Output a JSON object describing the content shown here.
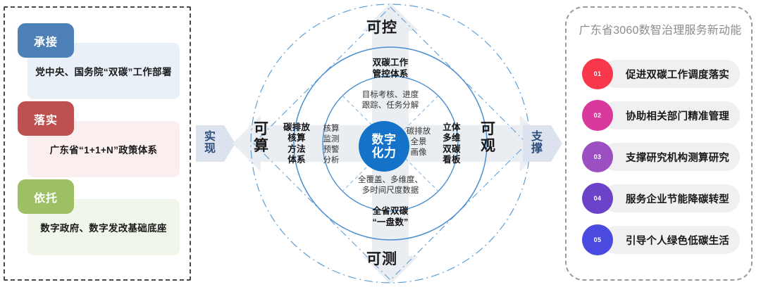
{
  "left_panel": {
    "blocks": [
      {
        "tag": "承接",
        "text": "党中央、国务院“双碳”工作部署",
        "tag_color": "#4e80b8",
        "body_color": "#eaf0f8"
      },
      {
        "tag": "落实",
        "text": "广东省“1+1+N”政策体系",
        "tag_color": "#bf5050",
        "body_color": "#fbeeee"
      },
      {
        "tag": "依托",
        "text": "数字政府、数字发改基础底座",
        "tag_color": "#9dc064",
        "body_color": "#f1f6ea"
      }
    ]
  },
  "connectors": {
    "left": {
      "char1": "实",
      "char2": "现",
      "color": "#dce3ee",
      "text_color": "#2f4f7f"
    },
    "right": {
      "char1": "支",
      "char2": "撑",
      "color": "#dce3ee",
      "text_color": "#2f4f7f"
    }
  },
  "center": {
    "core": {
      "line1": "数字",
      "line2": "化力",
      "color": "#1473c8"
    },
    "arrows": {
      "top": "可控",
      "bottom": "可测",
      "left_line1": "可",
      "left_line2": "算",
      "right_line1": "可",
      "right_line2": "观"
    },
    "ring_labels": {
      "top": "双碳工作\n管控体系",
      "bottom": "全省双碳\n“一盘数”",
      "left": "碳排放\n核算\n方法\n体系",
      "right": "立体\n多维\n双碳\n看板"
    },
    "inner_labels": {
      "top": "目标考核、进度\n跟踪、任务分解",
      "bottom": "全覆盖、多维度、\n多时间尺度数据",
      "left": "核算\n监测\n预警\n分析",
      "right": "碳排放\n全景\n画像"
    },
    "ring_stroke": "#4a8fd0"
  },
  "right_panel": {
    "title": "广东省3060数智治理服务新动能",
    "items": [
      {
        "num": "01",
        "label": "促进双碳工作调度落实",
        "color": "#f8384a"
      },
      {
        "num": "02",
        "label": "协助相关部门精准管理",
        "color": "#d9389c"
      },
      {
        "num": "03",
        "label": "支撑研究机构测算研究",
        "color": "#9b4fc0"
      },
      {
        "num": "04",
        "label": "服务企业节能降碳转型",
        "color": "#6b42c8"
      },
      {
        "num": "05",
        "label": "引导个人绿色低碳生活",
        "color": "#4a4ae0"
      }
    ],
    "pill_color": "#f0f0f2"
  }
}
